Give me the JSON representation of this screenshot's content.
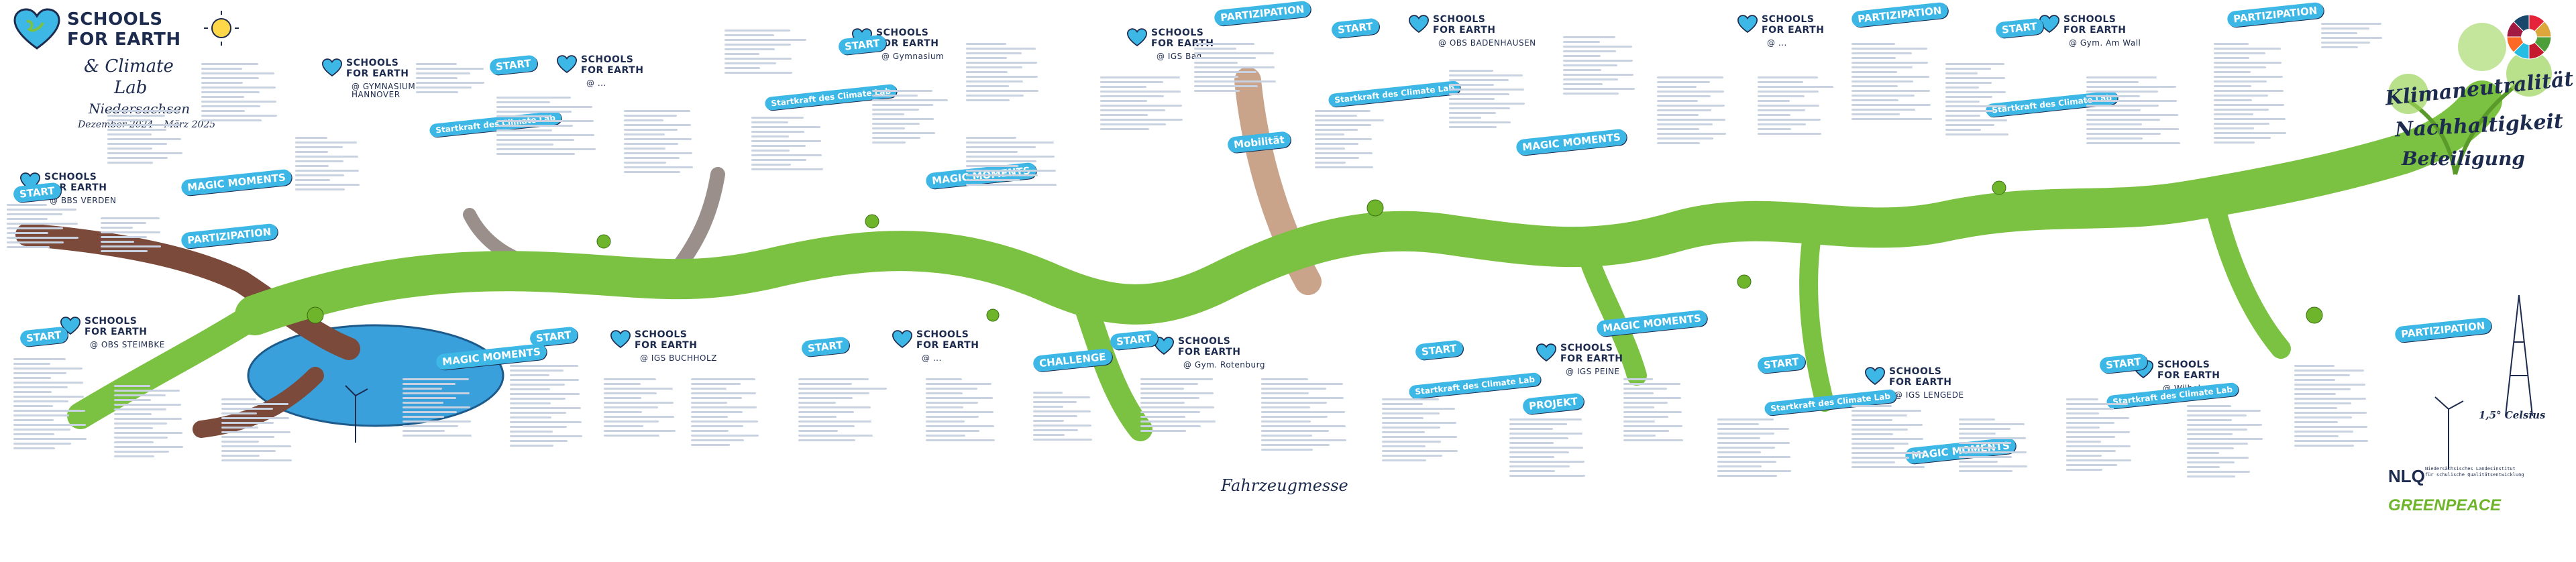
{
  "colors": {
    "path": "#7cc242",
    "path_dark": "#5a9a2a",
    "water": "#3aa0dc",
    "brand_blue": "#1d2b4f",
    "tag_blue": "#3db8e6"
  },
  "header": {
    "brand_line1": "SCHOOLS",
    "brand_line2": "FOR EARTH",
    "subtitle_1": "& Climate",
    "subtitle_2": "Lab",
    "subtitle_3": "Niedersachsen",
    "dates": "Dezember 2024 – März 2025"
  },
  "schools": [
    {
      "id": "s1",
      "line1": "SCHOOLS",
      "line2": "FOR EARTH",
      "name": "@ BBS VERDEN"
    },
    {
      "id": "s2",
      "line1": "SCHOOLS",
      "line2": "FOR EARTH",
      "name": "@ GYMNASIUM HANNOVER"
    },
    {
      "id": "s3",
      "line1": "SCHOOLS",
      "line2": "FOR EARTH",
      "name": "@ ..."
    },
    {
      "id": "s4",
      "line1": "SCHOOLS",
      "line2": "FOR EARTH",
      "name": "@ Gymnasium"
    },
    {
      "id": "s5",
      "line1": "SCHOOLS",
      "line2": "FOR EARTH",
      "name": "@ IGS Bad..."
    },
    {
      "id": "s6",
      "line1": "SCHOOLS",
      "line2": "FOR EARTH",
      "name": "@ OBS BADENHAUSEN"
    },
    {
      "id": "s7",
      "line1": "SCHOOLS",
      "line2": "FOR EARTH",
      "name": "@ ..."
    },
    {
      "id": "s8",
      "line1": "SCHOOLS",
      "line2": "FOR EARTH",
      "name": "@ Gym. Am Wall"
    },
    {
      "id": "s9",
      "line1": "SCHOOLS",
      "line2": "FOR EARTH",
      "name": "@ OBS STEIMBKE"
    },
    {
      "id": "s10",
      "line1": "SCHOOLS",
      "line2": "FOR EARTH",
      "name": "@ IGS BUCHHOLZ"
    },
    {
      "id": "s11",
      "line1": "SCHOOLS",
      "line2": "FOR EARTH",
      "name": "@ ..."
    },
    {
      "id": "s12",
      "line1": "SCHOOLS",
      "line2": "FOR EARTH",
      "name": "@ Gym. Rotenburg"
    },
    {
      "id": "s13",
      "line1": "SCHOOLS",
      "line2": "FOR EARTH",
      "name": "@ IGS PEINE"
    },
    {
      "id": "s14",
      "line1": "SCHOOLS",
      "line2": "FOR EARTH",
      "name": "@ IGS LENGEDE"
    },
    {
      "id": "s15",
      "line1": "SCHOOLS",
      "line2": "FOR EARTH",
      "name": "@ Wilhelm Gym."
    }
  ],
  "tags": {
    "start": "START",
    "climate_lab": "Startkraft des Climate Lab",
    "partizipation": "PARTIZIPATION",
    "projekt": "PROJEKT",
    "magic_moments": "MAGIC MOMENTS",
    "challenge": "CHALLENGE",
    "mobilitaet": "Mobilität"
  },
  "goal": {
    "line1": "Klimaneutralität",
    "line2": "Nachhaltigkeit",
    "line3": "Beteiligung",
    "temperature": "1,5° Celsius"
  },
  "footer": {
    "fahrzeugmesse": "Fahrzeugmesse",
    "nlq": "NLQ",
    "nlq_sub": "Niedersächsisches Landesinstitut für schulische Qualitätsentwicklung",
    "greenpeace": "GREENPEACE"
  }
}
